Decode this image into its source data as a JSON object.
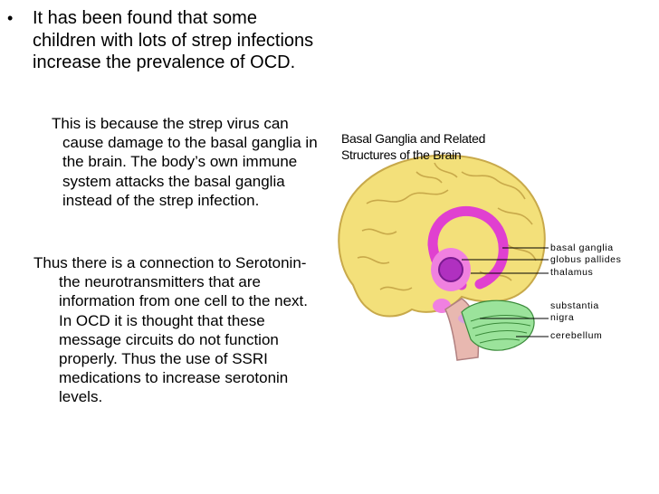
{
  "slide": {
    "bullet": "It has been found that some children with lots of strep infections increase the prevalence of OCD.",
    "paragraph_1": "This is because the strep virus can cause damage to the basal ganglia in the brain.  The body’s own immune system attacks the basal ganglia instead of the strep infection.",
    "paragraph_2": "Thus there is a connection to Serotonin- the neurotransmitters that are information from one cell to the next.  In OCD it is thought that these message circuits do not function properly.  Thus the use of SSRI medications to increase serotonin levels."
  },
  "figure": {
    "title_line_1": "Basal Ganglia and Related",
    "title_line_2": "Structures of the Brain",
    "labels": {
      "basal_ganglia": "basal ganglia",
      "globus_pallides": "globus pallides",
      "thalamus": "thalamus",
      "substantia": "substantia",
      "nigra": "nigra",
      "cerebellum": "cerebellum"
    },
    "colors": {
      "brain": "#f3e07a",
      "brain_outline": "#c8a94a",
      "basal_ganglia": "#e040d0",
      "thalamus": "#f080e0",
      "globus": "#b030c0",
      "cerebellum": "#9be39b",
      "brainstem": "#e8b8b0",
      "substantia_nigra": "#d9a0e0"
    }
  }
}
